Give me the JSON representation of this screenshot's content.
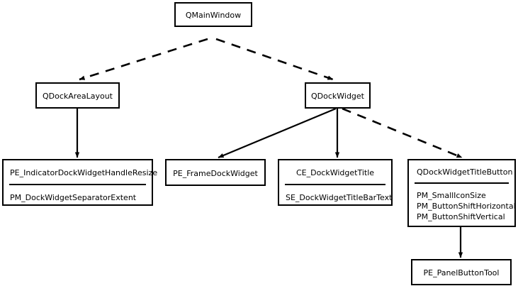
{
  "diagram": {
    "type": "class-hierarchy-diagram",
    "background_color": "#ffffff",
    "line_color": "#000000",
    "nodes": [
      {
        "id": "qmainwindow",
        "title": "QMainWindow",
        "attributes": []
      },
      {
        "id": "qdockarealayout",
        "title": "QDockAreaLayout",
        "attributes": []
      },
      {
        "id": "qdockwidget",
        "title": "QDockWidget",
        "attributes": []
      },
      {
        "id": "pe_indicator",
        "title": "PE_IndicatorDockWidgetHandleResize",
        "attributes": [
          "PM_DockWidgetSeparatorExtent"
        ]
      },
      {
        "id": "pe_frame",
        "title": "PE_FrameDockWidget",
        "attributes": []
      },
      {
        "id": "ce_title",
        "title": "CE_DockWidgetTitle",
        "attributes": [
          "SE_DockWidgetTitleBarText"
        ]
      },
      {
        "id": "qdockwidgettitlebutton",
        "title": "QDockWidgetTitleButton",
        "attributes": [
          "PM_SmallIconSize",
          "PM_ButtonShiftHorizontal",
          "PM_ButtonShiftVertical"
        ]
      },
      {
        "id": "pe_panelbuttontool",
        "title": "PE_PanelButtonTool",
        "attributes": []
      }
    ],
    "edges": [
      {
        "from": "qmainwindow",
        "to": "qdockarealayout",
        "style": "dashed",
        "arrow": "filled"
      },
      {
        "from": "qmainwindow",
        "to": "qdockwidget",
        "style": "dashed",
        "arrow": "filled"
      },
      {
        "from": "qdockarealayout",
        "to": "pe_indicator",
        "style": "solid",
        "arrow": "filled"
      },
      {
        "from": "qdockwidget",
        "to": "pe_frame",
        "style": "solid",
        "arrow": "filled"
      },
      {
        "from": "qdockwidget",
        "to": "ce_title",
        "style": "solid",
        "arrow": "filled"
      },
      {
        "from": "qdockwidget",
        "to": "qdockwidgettitlebutton",
        "style": "dashed",
        "arrow": "filled"
      },
      {
        "from": "qdockwidgettitlebutton",
        "to": "pe_panelbuttontool",
        "style": "solid",
        "arrow": "filled"
      }
    ]
  }
}
